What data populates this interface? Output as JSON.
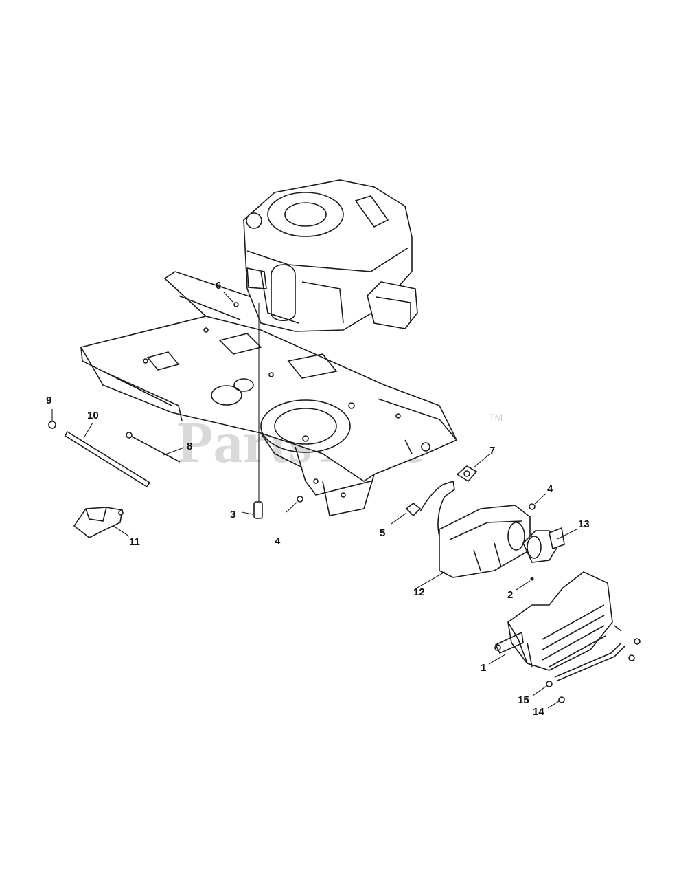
{
  "watermark": {
    "text": "PartsTree",
    "trademark": "TM"
  },
  "callouts": {
    "c1": "1",
    "c2": "2",
    "c3": "3",
    "c4a": "4",
    "c4b": "4",
    "c5": "5",
    "c6": "6",
    "c7": "7",
    "c8": "8",
    "c9": "9",
    "c10": "10",
    "c11": "11",
    "c12": "12",
    "c13": "13",
    "c14": "14",
    "c15": "15"
  },
  "colors": {
    "line": "#1a1a1a",
    "watermark": "#d9d9d9",
    "background": "#ffffff"
  }
}
